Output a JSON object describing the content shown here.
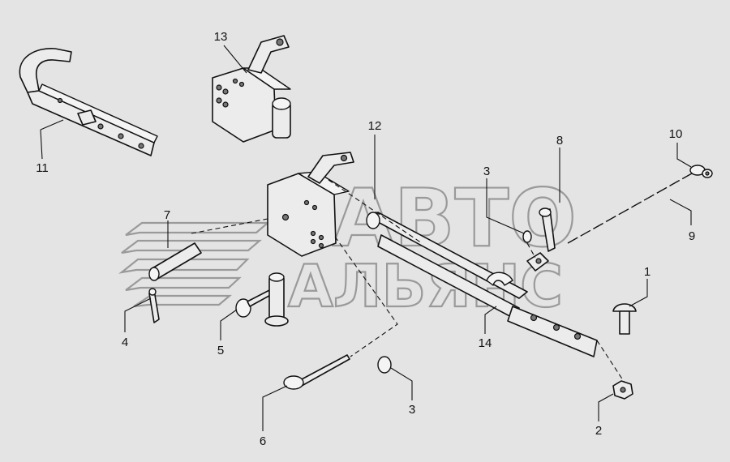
{
  "watermark": {
    "line1": "АВТО",
    "line2": "АЛЬЯНС"
  },
  "callouts": [
    "1",
    "2",
    "3",
    "3",
    "4",
    "5",
    "6",
    "7",
    "8",
    "9",
    "10",
    "11",
    "12",
    "13",
    "14"
  ],
  "colors": {
    "background": "#e4e4e4",
    "line": "#111111",
    "watermark": "#9a9a9a"
  }
}
